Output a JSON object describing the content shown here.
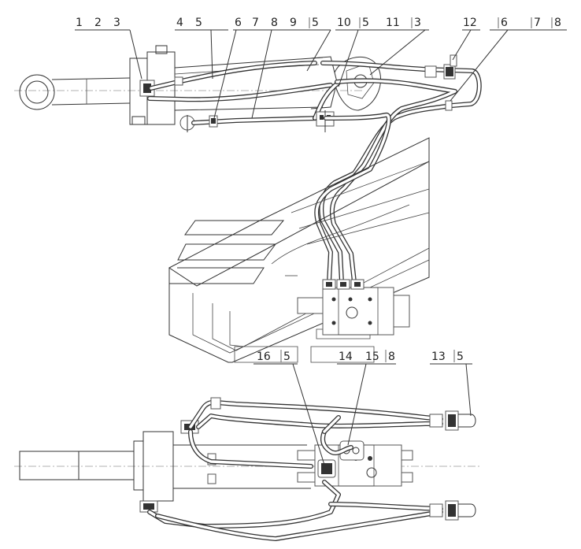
{
  "callouts": {
    "top": [
      "1",
      "2",
      "3",
      "4",
      "5",
      "6",
      "7",
      "8",
      "9",
      "5",
      "10",
      "5",
      "11",
      "3",
      "12",
      "6",
      "7",
      "8"
    ],
    "bottom": [
      "16",
      "5",
      "14",
      "15",
      "8",
      "13",
      "5"
    ]
  }
}
